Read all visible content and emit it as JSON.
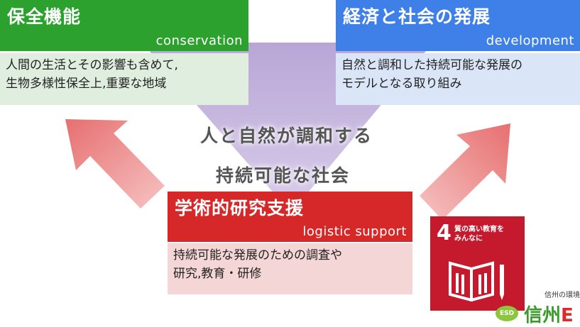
{
  "conservation": {
    "title": "保全機能",
    "subtitle": "conservation",
    "lines": [
      "人間の生活とその影響も含めて,",
      "生物多様性保全上,重要な地域"
    ]
  },
  "development": {
    "title": "経済と社会の発展",
    "subtitle": "development",
    "lines": [
      "自然と調和した持続可能な発展の",
      "モデルとなる取り組み"
    ]
  },
  "logistic": {
    "title": "学術的研究支援",
    "subtitle": "logistic support",
    "lines": [
      "持続可能な発展のための調査や",
      "研究,教育・研修"
    ]
  },
  "center": {
    "line1": "人と自然が調和する",
    "line2": "持続可能な社会"
  },
  "sdg": {
    "number": "4",
    "label_line1": "質の高い教育を",
    "label_line2": "みんなに",
    "color": "#c5192d",
    "icon": "book-pencil-icon"
  },
  "logo": {
    "small": "信州の環境",
    "badge": "ESD",
    "main": "信州",
    "main_red": "E"
  },
  "colors": {
    "conservation": "#2ca12e",
    "development": "#3f7fe8",
    "logistic": "#d62828",
    "triangle": "#c8b8e0",
    "arrow": "#ef8e8e"
  }
}
